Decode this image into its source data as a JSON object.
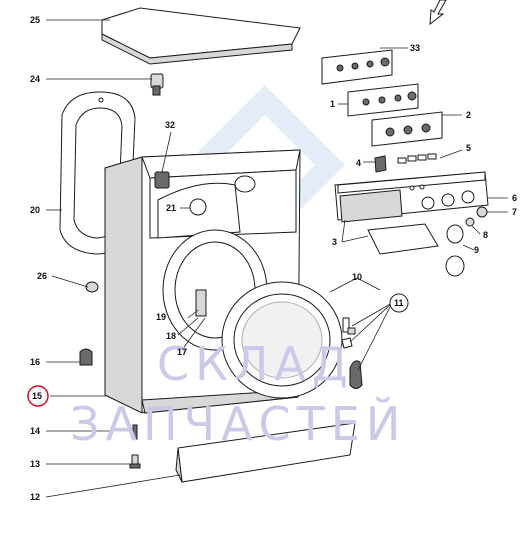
{
  "watermark": {
    "line1": "СКЛАД",
    "line2": "ЗАПЧАСТЕЙ"
  },
  "colors": {
    "watermark_text": "#c9c9e8",
    "watermark_logo": "#cfe0f3",
    "highlight_circle": "#d0021b"
  },
  "highlighted_callout": "15",
  "callouts": {
    "c1": "1",
    "c2": "2",
    "c3": "3",
    "c4": "4",
    "c5": "5",
    "c6": "6",
    "c7": "7",
    "c8": "8",
    "c9": "9",
    "c10": "10",
    "c11": "11",
    "c12": "12",
    "c13": "13",
    "c14": "14",
    "c15": "15",
    "c16": "16",
    "c17": "17",
    "c18": "18",
    "c19": "19",
    "c20": "20",
    "c21": "21",
    "c24": "24",
    "c25": "25",
    "c26": "26",
    "c32": "32",
    "c33": "33"
  }
}
